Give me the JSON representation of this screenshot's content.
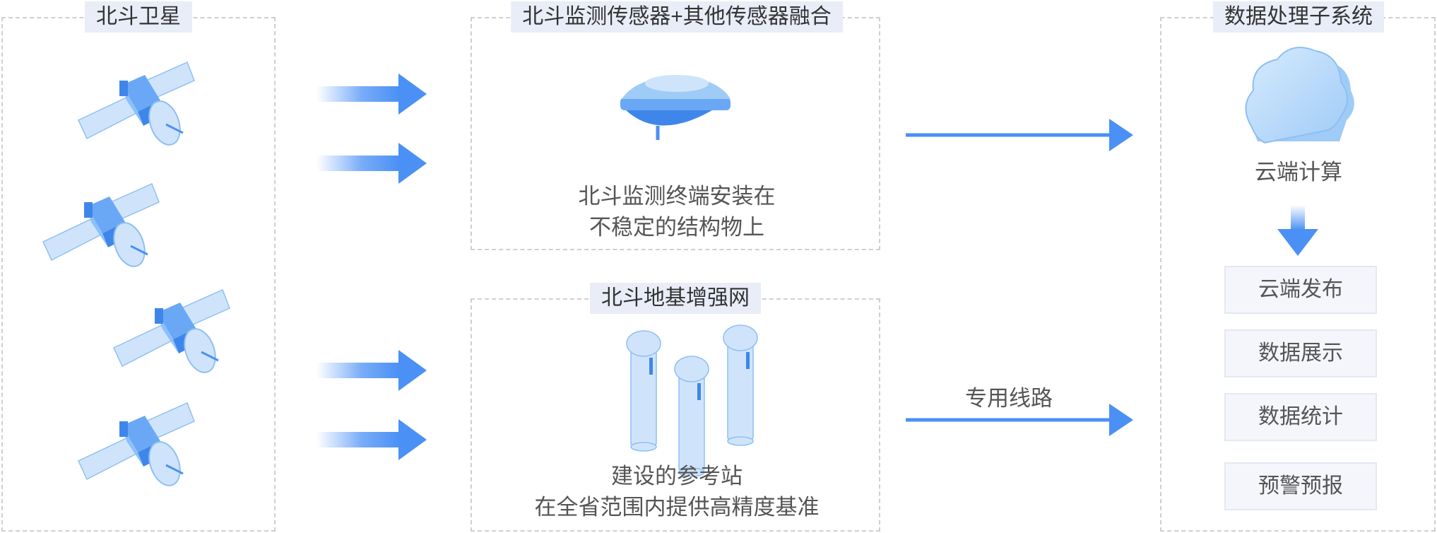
{
  "panels": {
    "satellite": {
      "title": "北斗卫星"
    },
    "monitoring": {
      "title": "北斗监测传感器+其他传感器融合",
      "caption_line1": "北斗监测终端安装在",
      "caption_line2": "不稳定的结构物上"
    },
    "ground": {
      "title": "北斗地基增强网",
      "caption_line1": "建设的参考站",
      "caption_line2": "在全省范围内提供高精度基准"
    },
    "processing": {
      "title": "数据处理子系统",
      "cloud_label": "云端计算",
      "services": [
        "云端发布",
        "数据展示",
        "数据统计",
        "预警预报"
      ]
    }
  },
  "links": {
    "dedicated_line_label": "专用线路"
  },
  "colors": {
    "accent": "#4a90f5",
    "accent_light": "#cfe4fb",
    "border_dashed": "#cfcfcf",
    "title_bg": "#e8edf7"
  },
  "icons": [
    "satellite-icon",
    "gnss-antenna-icon",
    "reference-station-icon",
    "cloud-icon",
    "arrow-right-icon",
    "arrow-down-icon"
  ]
}
